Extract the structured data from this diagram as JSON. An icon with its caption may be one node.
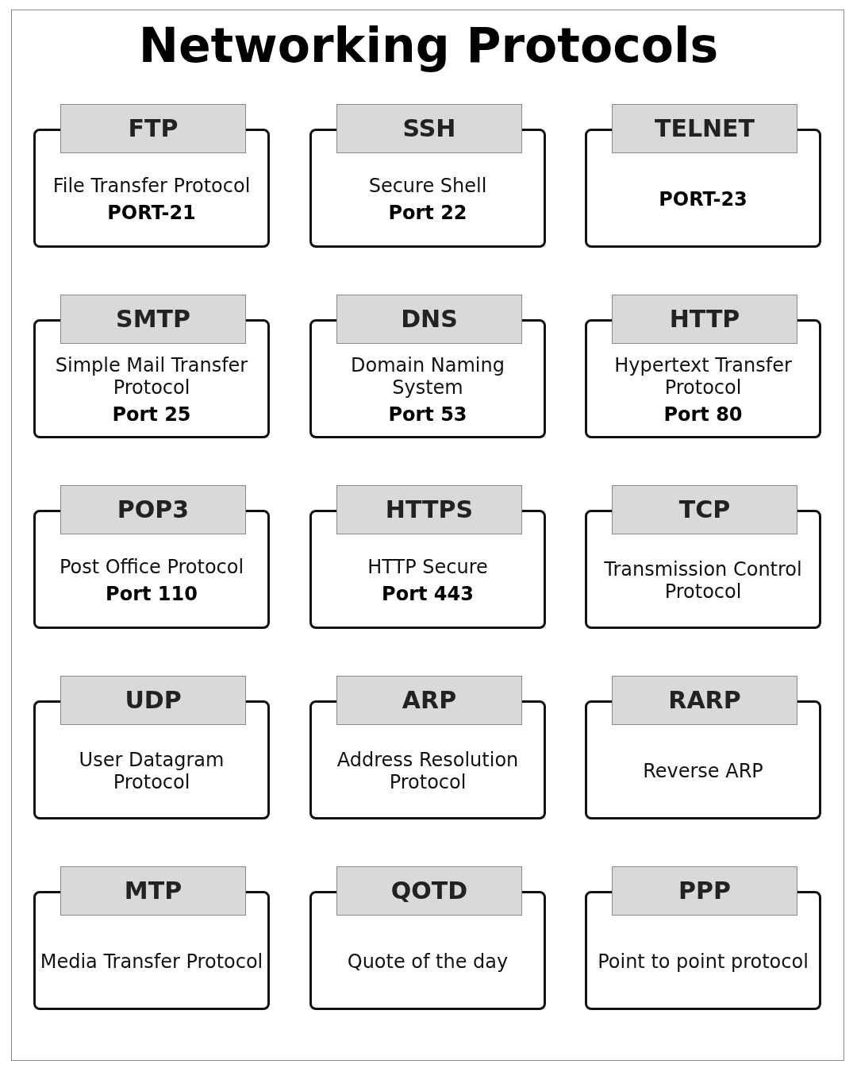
{
  "diagram": {
    "title": "Networking Protocols",
    "nodes": [
      {
        "text": [
          "FTP",
          "File Transfer Protocol",
          "PORT-21"
        ]
      },
      {
        "text": [
          "SSH",
          "Secure Shell",
          "Port 22"
        ]
      },
      {
        "text": [
          "TELNET",
          "PORT-23"
        ]
      },
      {
        "text": [
          "SMTP",
          "Simple Mail Transfer Protocol",
          "Port 25"
        ]
      },
      {
        "text": [
          "DNS",
          "Domain Naming System",
          "Port 53"
        ]
      },
      {
        "text": [
          "HTTP",
          "Hypertext Transfer Protocol",
          "Port 80"
        ]
      },
      {
        "text": [
          "POP3",
          "Post Office Protocol",
          "Port 110"
        ]
      },
      {
        "text": [
          "HTTPS",
          "HTTP Secure",
          "Port 443"
        ]
      },
      {
        "text": [
          "TCP",
          "Transmission Control Protocol"
        ]
      },
      {
        "text": [
          "UDP",
          "User Datagram Protocol"
        ]
      },
      {
        "text": [
          "ARP",
          "Address Resolution Protocol"
        ]
      },
      {
        "text": [
          "RARP",
          "Reverse ARP"
        ]
      },
      {
        "text": [
          "MTP",
          "Media Transfer Protocol"
        ]
      },
      {
        "text": [
          "QOTD",
          "Quote of the day"
        ]
      },
      {
        "text": [
          "PPP",
          "Point to point protocol"
        ]
      }
    ]
  }
}
